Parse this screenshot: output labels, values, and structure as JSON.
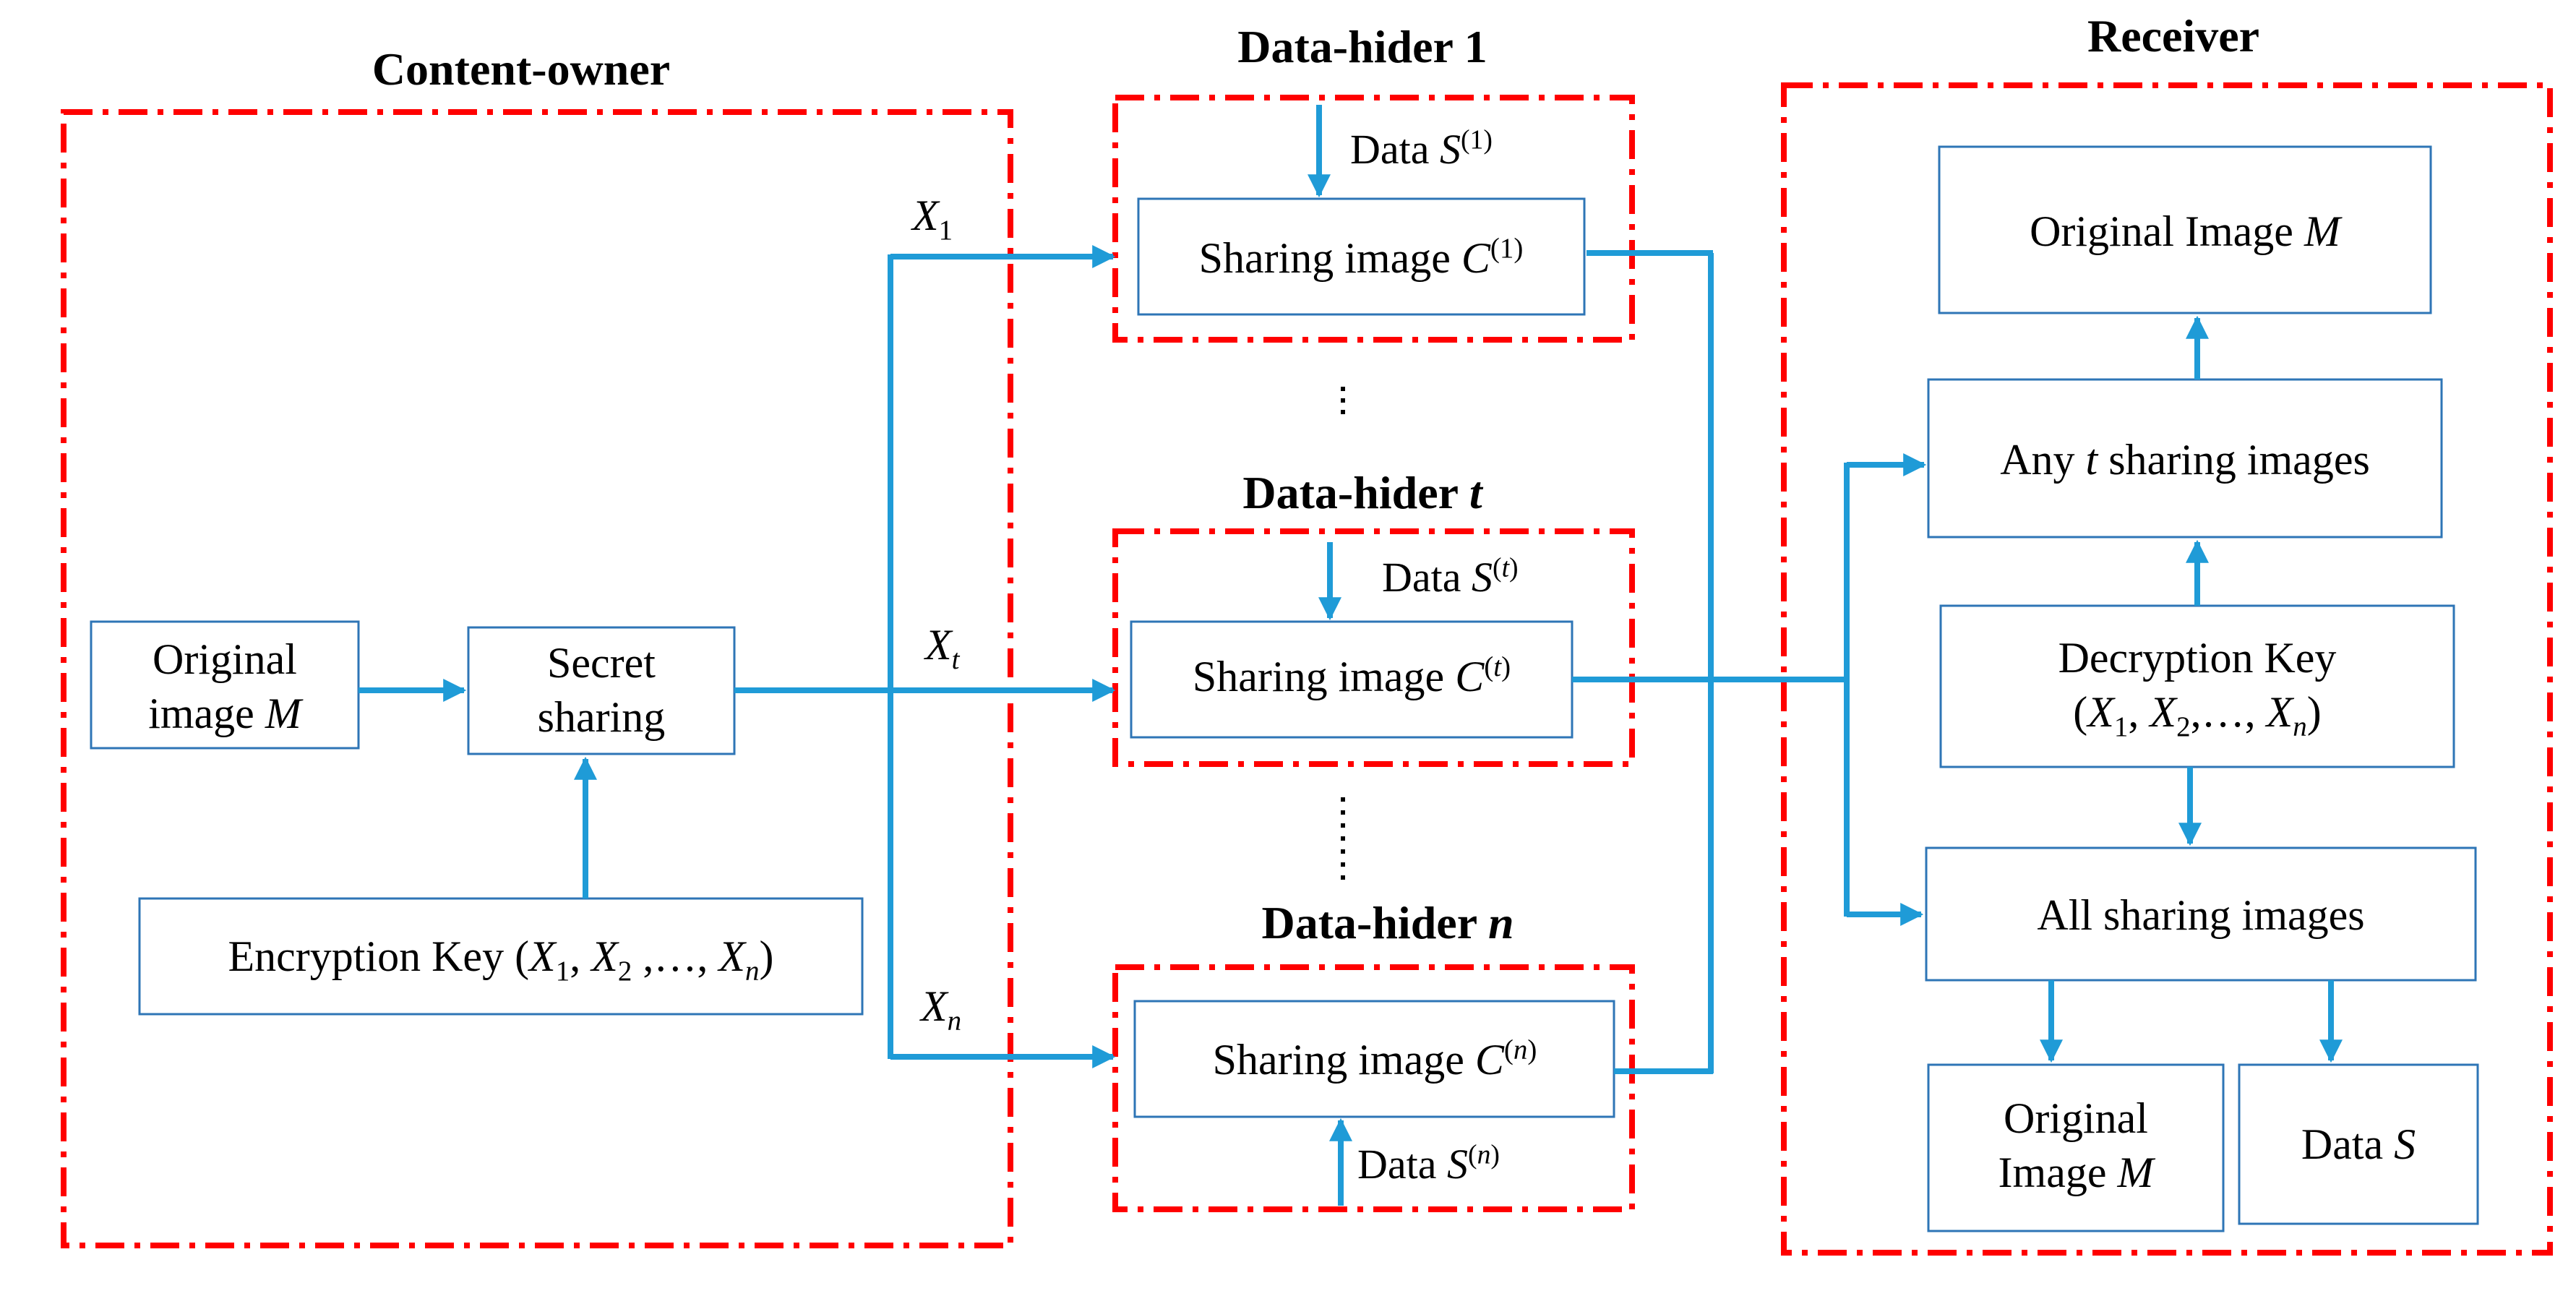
{
  "regions": {
    "content_owner": "Content-owner",
    "data_hider_1": "Data-hider 1",
    "data_hider_t_prefix": "Data-hider ",
    "data_hider_t_var": "t",
    "data_hider_n_prefix": "Data-hider ",
    "data_hider_n_var": "n",
    "receiver": "Receiver"
  },
  "content_owner": {
    "original_image_line1": "Original",
    "original_image_line2": "image ",
    "original_image_var": "M",
    "secret_sharing_line1": "Secret",
    "secret_sharing_line2": "sharing",
    "encryption_key_prefix": "Encryption Key (",
    "x_var": "X",
    "sub_1": "1",
    "sub_2": "2",
    "sub_n": "n",
    "sub_t": "t",
    "sep_comma": ", ",
    "sep_mid": " ,…, ",
    "close_paren": ")"
  },
  "data_hiders": {
    "sharing_image_label": "Sharing image ",
    "c_var": "C",
    "sup_1": "(1)",
    "sup_t_open": "(",
    "sup_t": "t",
    "sup_t_close": ")",
    "sup_n_open": "(",
    "sup_n": "n",
    "sup_n_close": ")",
    "data_label": "Data ",
    "s_var": "S"
  },
  "receiver": {
    "original_image_M_label": "Original Image ",
    "m_var": "M",
    "any_label_prefix": "Any ",
    "any_label_var": "t",
    "any_label_suffix": " sharing images",
    "decryption_key_line1": "Decryption Key",
    "decryption_key_open": "(",
    "decryption_sep": ",…, ",
    "all_sharing_images": "All sharing images",
    "original_line1": "Original",
    "original_line2": "Image ",
    "data_s_label": "Data "
  },
  "colors": {
    "region_border": "#ff0000",
    "box_border": "#2e75b6",
    "arrow": "#1f9bd7"
  }
}
